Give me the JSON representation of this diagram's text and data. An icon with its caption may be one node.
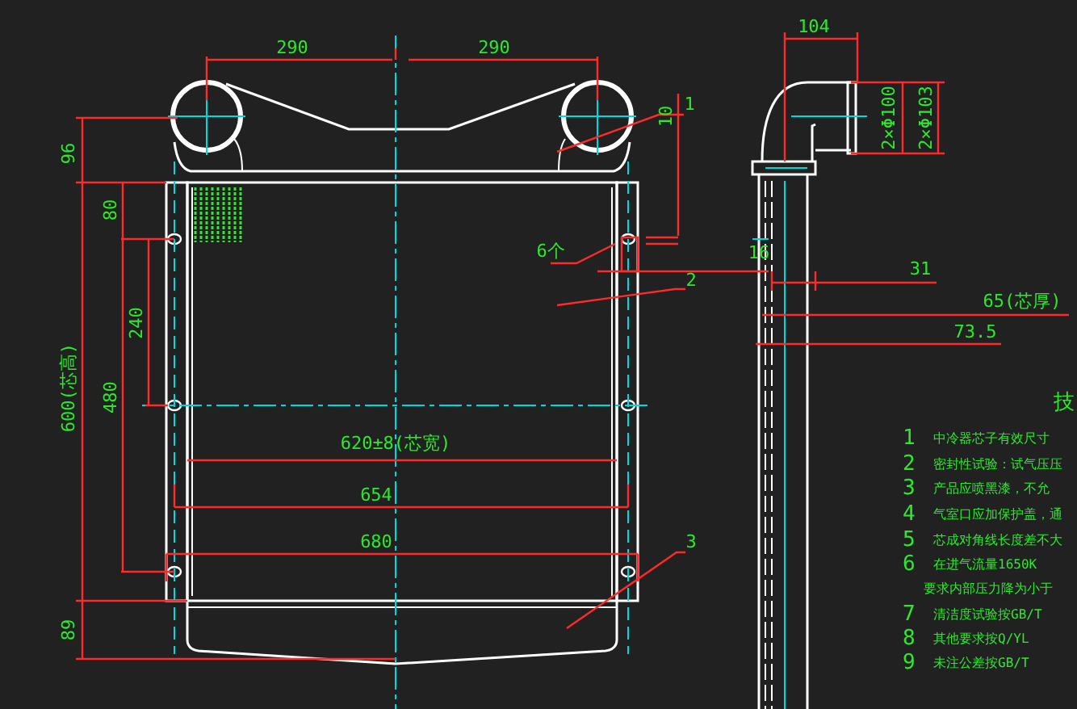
{
  "diagram": {
    "nodes": [
      {
        "text": [
          "1"
        ]
      },
      {
        "text": [
          "2"
        ]
      },
      {
        "text": [
          "3"
        ]
      },
      {
        "text": [
          "6个"
        ]
      }
    ],
    "edges": [
      {
        "from": 0,
        "to": null,
        "arrow": "none"
      },
      {
        "from": 1,
        "to": null,
        "arrow": "none"
      },
      {
        "from": 2,
        "to": null,
        "arrow": "none"
      },
      {
        "from": 3,
        "to": null,
        "arrow": "none"
      }
    ],
    "labels": [
      "290",
      "290",
      "104",
      "10",
      "2×Φ100",
      "2×Φ103",
      "96",
      "80",
      "16",
      "31",
      "65(芯厚)",
      "73.5",
      "240",
      "600(芯高)",
      "480",
      "技",
      "1",
      "中冷器芯子有效尺寸",
      "2",
      "密封性试验：试气压压",
      "3",
      "产品应喷黑漆，不允",
      "4",
      "气室口应加保护盖，通",
      "5",
      "芯成对角线长度差不大",
      "6",
      "在进气流量1650K",
      "要求内部压力降为小于",
      "7",
      "清洁度试验按GB/T",
      "8",
      "其他要求按Q/YL",
      "9",
      "未注公差按GB/T",
      "620±8(芯宽)",
      "654",
      "680",
      "89"
    ]
  }
}
